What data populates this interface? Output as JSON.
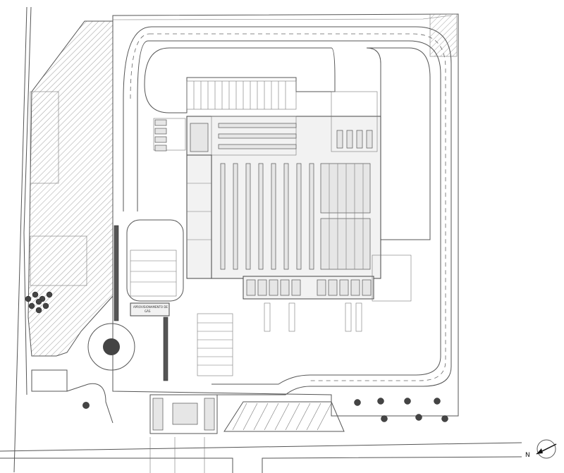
{
  "labels": {
    "gatehouse_line1": "APROVISIONAMENTO DE",
    "gatehouse_line2": "GÁS",
    "north": "N"
  }
}
